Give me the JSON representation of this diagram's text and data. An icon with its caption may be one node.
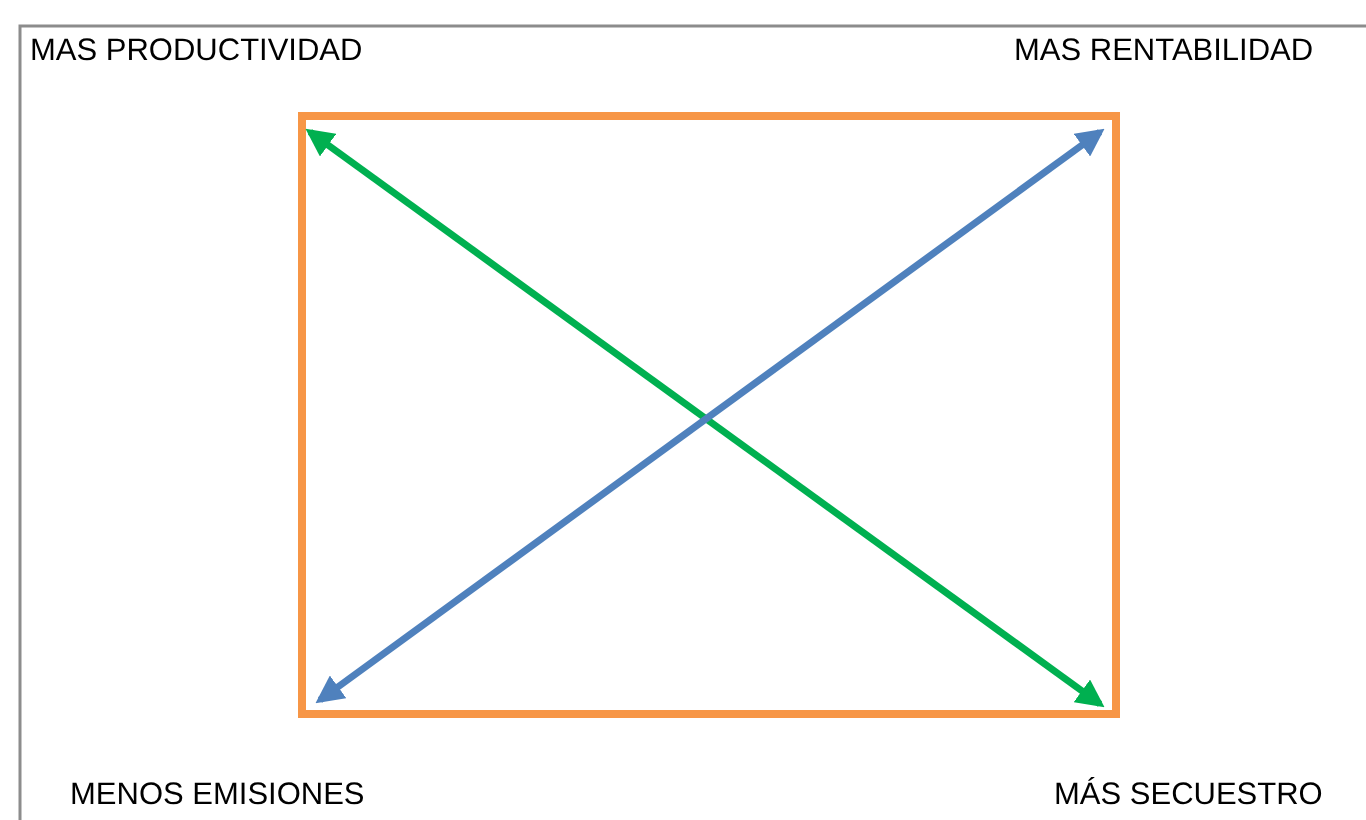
{
  "diagram": {
    "nodes": [
      {
        "text": [
          "MAS PRODUCTIVIDAD"
        ]
      },
      {
        "text": [
          "MAS RENTABILIDAD"
        ]
      },
      {
        "text": [
          "MENOS EMISIONES"
        ]
      },
      {
        "text": [
          "MÁS SECUESTRO"
        ]
      }
    ],
    "edges": [
      {
        "from": 0,
        "to": 3,
        "arrow": "both",
        "color": "#00b050"
      },
      {
        "from": 2,
        "to": 1,
        "arrow": "both",
        "color": "#4f81bd"
      }
    ]
  }
}
